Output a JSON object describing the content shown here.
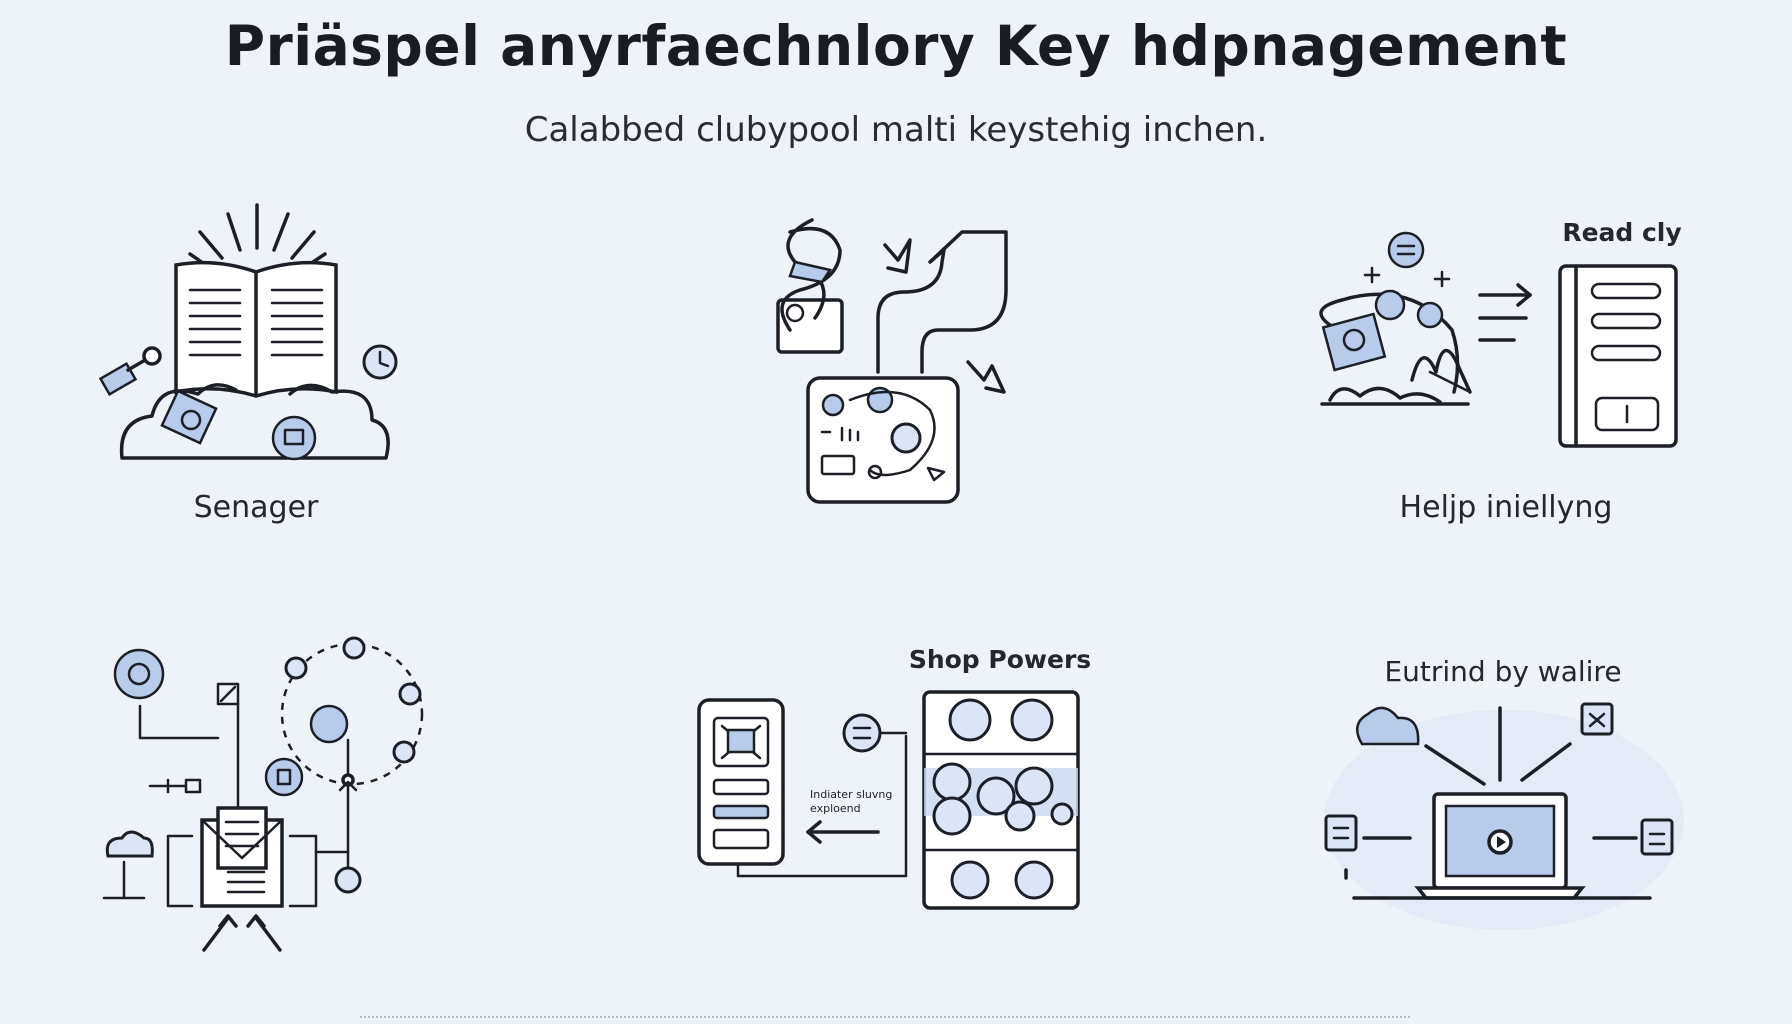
{
  "header": {
    "title": "Priäspel anyrfaechnlory Key hdpnagement",
    "subtitle": "Calabbed clubypool malti keystehig inchen."
  },
  "panels": [
    {
      "id": "senager",
      "label": "Senager"
    },
    {
      "id": "flow-map",
      "label": ""
    },
    {
      "id": "help-initially",
      "label": "Heljp iniellyng",
      "top_label": "Read cly"
    },
    {
      "id": "key-network",
      "label": ""
    },
    {
      "id": "shop-powers",
      "label": "Shop Powers",
      "note": "Indiater sluvng exploend"
    },
    {
      "id": "eutrind",
      "label": "Eutrind by walire"
    }
  ],
  "colors": {
    "background": "#eef2f9",
    "accent": "#b9cbea",
    "ink": "#1d1f27"
  }
}
